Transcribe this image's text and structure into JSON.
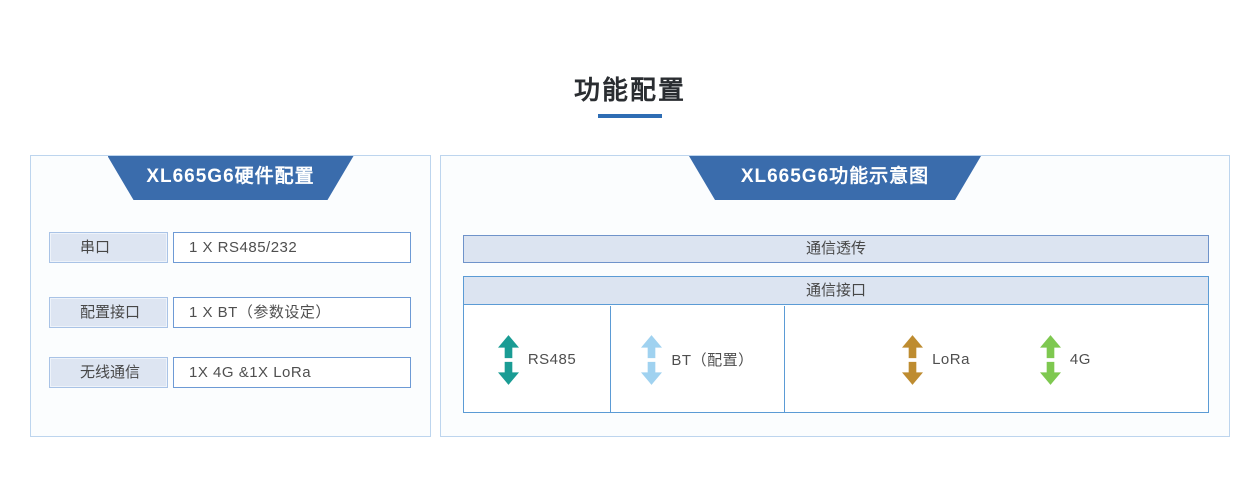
{
  "page": {
    "title": "功能配置"
  },
  "left_panel": {
    "header": "XL665G6硬件配置",
    "rows": [
      {
        "label": "串口",
        "value": "1 X RS485/232"
      },
      {
        "label": "配置接口",
        "value": "1 X BT（参数设定）"
      },
      {
        "label": "无线通信",
        "value": "1X 4G &1X LoRa"
      }
    ]
  },
  "right_panel": {
    "header": "XL665G6功能示意图",
    "passthrough_label": "通信透传",
    "interface_label": "通信接口",
    "interfaces": [
      {
        "label": "RS485",
        "icon": "double-vertical-arrow-icon",
        "color": "#1a9c94"
      },
      {
        "label": "BT（配置）",
        "icon": "double-vertical-arrow-icon",
        "color": "#a0d2f0"
      },
      {
        "label": "LoRa",
        "icon": "double-vertical-arrow-icon",
        "color": "#be8c30"
      },
      {
        "label": "4G",
        "icon": "double-vertical-arrow-icon",
        "color": "#7ec850"
      }
    ]
  },
  "colors": {
    "accent_blue": "#3a6cac",
    "underline_blue": "#2e6db4",
    "panel_border": "#bdd5ee",
    "box_fill": "#dce4f1",
    "box_border": "#6d9ad5"
  }
}
